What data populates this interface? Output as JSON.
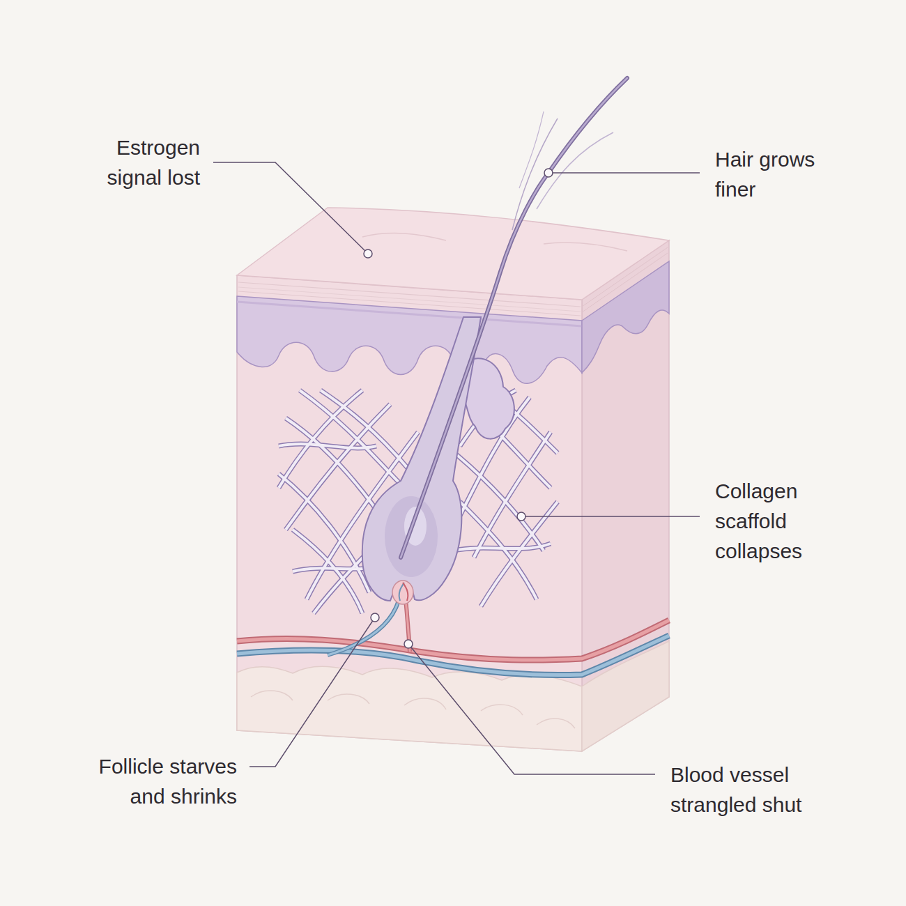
{
  "diagram": {
    "labels": [
      "Estrogen signal lost",
      "Hair grows finer",
      "Collagen scaffold collapses",
      "Follicle starves and shrinks",
      "Blood vessel strangled shut"
    ]
  }
}
